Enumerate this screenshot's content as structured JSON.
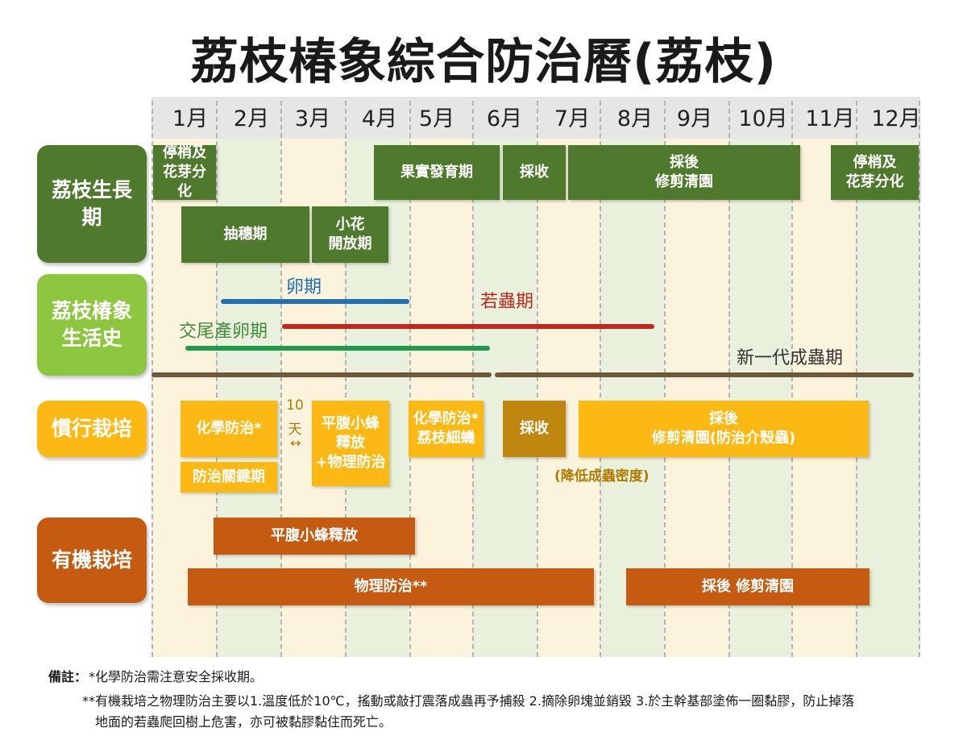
{
  "title": "荔枝椿象綜合防治曆(荔枝)",
  "months": [
    "1月",
    "2月",
    "3月",
    "4月",
    "5月",
    "6月",
    "7月",
    "8月",
    "9月",
    "10月",
    "11月",
    "12月"
  ],
  "categories": {
    "growth": "荔枝生長期",
    "lifecycle": "荔枝椿象\n生活史",
    "conventional": "慣行栽培",
    "organic": "有機栽培"
  },
  "growth": {
    "dormancy_1": "停梢及\n花芽分化",
    "fruit_development": "果實發育期",
    "harvest": "採收",
    "post_harvest": "採後\n修剪清園",
    "dormancy_2": "停梢及\n花芽分化",
    "panicle": "抽穗期",
    "flowering": "小花\n開放期"
  },
  "lifecycle": {
    "egg": "卵期",
    "nymph": "若蟲期",
    "mating": "交尾產卵期",
    "new_generation": "新一代成蟲期"
  },
  "conventional": {
    "chemical": "化學防治*",
    "critical": "防治關鍵期",
    "interval_number": "10",
    "interval_unit": "天",
    "wasp": "平腹小蜂\n釋放\n+物理防治",
    "chemical_2": "化學防治*\n荔枝細蟣",
    "harvest": "採收",
    "post_harvest": "採後\n修剪清園(防治介殼蟲)",
    "reduce_density": "(降低成蟲密度)"
  },
  "organic": {
    "wasp_release": "平腹小蜂釋放",
    "physical": "物理防治**",
    "post_harvest": "採後 修剪清園"
  },
  "notes": {
    "label": "備註：",
    "note1": "*化學防治需注意安全採收期。",
    "note2": "**有機栽培之物理防治主要以1.溫度低於10℃，搖動或敲打震落成蟲再予捕殺 2.摘除卵塊並銷毀 3.於主幹基部塗佈一圈黏膠，防止掉落",
    "note3": "地面的若蟲爬回樹上危害，亦可被黏膠黏住而死亡。"
  },
  "colors": {
    "growth": "#4f7a2d",
    "lifecycle": "#8dc63f",
    "conventional": "#fdb913",
    "organic": "#c55a11",
    "harvest_brown": "#bf8710",
    "egg_line": "#1f6fb5",
    "nymph_line": "#c0271e",
    "mating_line": "#1f9a4a",
    "adult_line": "#6e5a3a"
  }
}
